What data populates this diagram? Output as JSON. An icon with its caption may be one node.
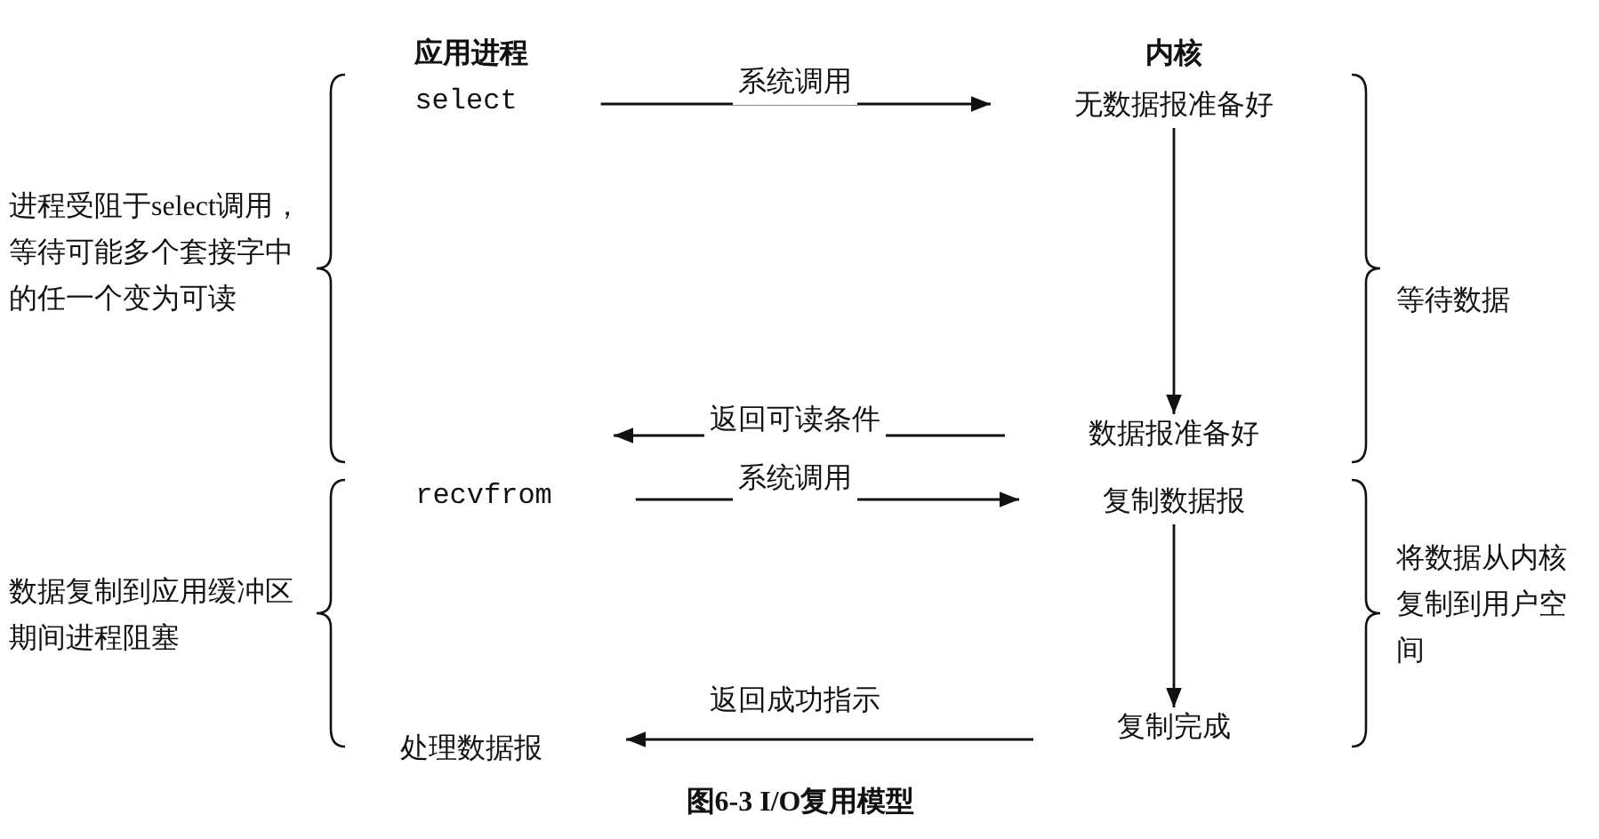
{
  "diagram": {
    "caption": "图6-3 I/O复用模型",
    "nodes": [
      {
        "text": [
          "select"
        ]
      },
      {
        "text": [
          "无数据报准备好"
        ]
      },
      {
        "text": [
          "数据报准备好"
        ]
      },
      {
        "text": [
          "recvfrom"
        ]
      },
      {
        "text": [
          "复制数据报"
        ]
      },
      {
        "text": [
          "复制完成"
        ]
      },
      {
        "text": [
          "处理数据报"
        ]
      }
    ],
    "edges": [
      {
        "from": 0,
        "to": 1,
        "arrow": "to",
        "label": "系统调用"
      },
      {
        "from": 1,
        "to": 2,
        "arrow": "to"
      },
      {
        "from": 2,
        "to": null,
        "arrow": "to",
        "label": "返回可读条件"
      },
      {
        "from": 3,
        "to": 4,
        "arrow": "to",
        "label": "系统调用"
      },
      {
        "from": 4,
        "to": 5,
        "arrow": "to"
      },
      {
        "from": 5,
        "to": 6,
        "arrow": "to",
        "label": "返回成功指示"
      }
    ],
    "labels": [
      "应用进程",
      "内核",
      "进程受阻于select调用，等待可能多个套接字中的任一个变为可读",
      "等待数据",
      "数据复制到应用缓冲区期间进程阻塞",
      "将数据从内核复制到用户空间"
    ]
  }
}
